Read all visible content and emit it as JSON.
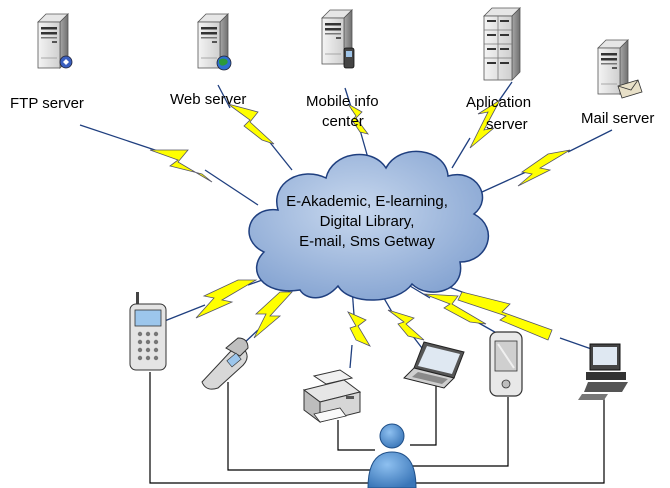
{
  "servers": [
    {
      "id": "ftp",
      "label": "FTP server",
      "icon": "ftp-server-icon"
    },
    {
      "id": "web",
      "label": "Web server",
      "icon": "web-server-icon"
    },
    {
      "id": "mobile",
      "label_line1": "Mobile info",
      "label_line2": "center",
      "icon": "mobile-info-server-icon"
    },
    {
      "id": "app",
      "label_line1": "Aplication",
      "label_line2": "server",
      "icon": "application-server-icon"
    },
    {
      "id": "mail",
      "label": "Mail server",
      "icon": "mail-server-icon"
    }
  ],
  "cloud": {
    "lines": [
      "E-Akademic, E-learning,",
      "Digital Library,",
      "E-mail, Sms Getway"
    ],
    "fill": "#7f9fcf"
  },
  "clients": [
    {
      "id": "cell-phone",
      "icon": "cell-phone-icon"
    },
    {
      "id": "flip-phone",
      "icon": "flip-phone-icon"
    },
    {
      "id": "printer",
      "icon": "printer-icon"
    },
    {
      "id": "laptop",
      "icon": "laptop-icon"
    },
    {
      "id": "pda",
      "icon": "pda-icon"
    },
    {
      "id": "desktop",
      "icon": "desktop-computer-icon"
    }
  ],
  "user": {
    "icon": "user-icon",
    "fill": "#4a86c8"
  },
  "colors": {
    "bolt": "#ffff00",
    "link": "#1f3f7f",
    "wire": "#000000"
  }
}
